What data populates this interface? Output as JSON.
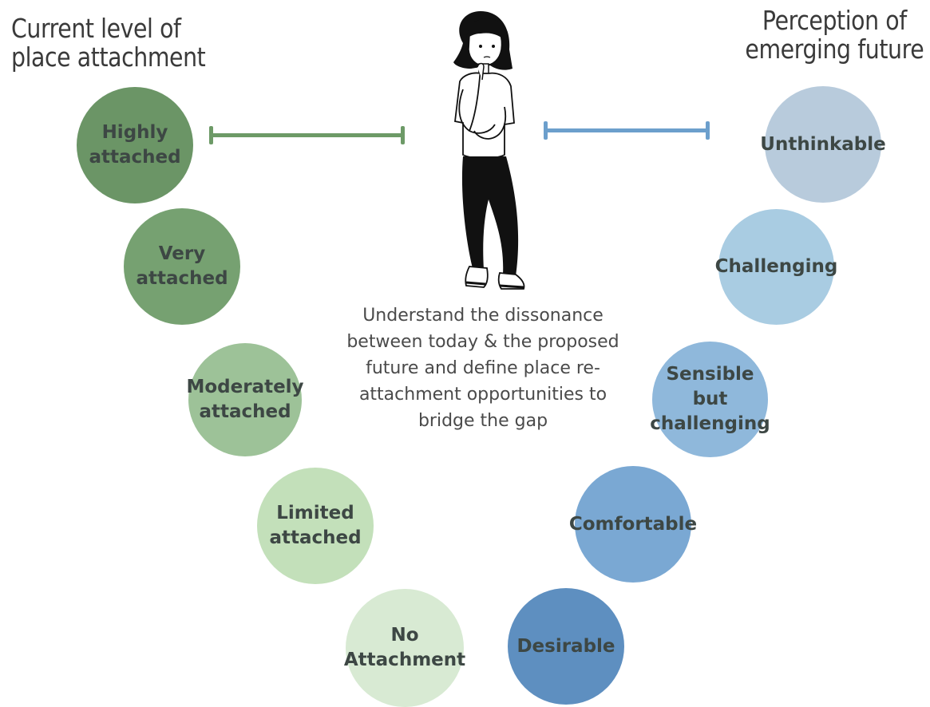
{
  "headings": {
    "left_line1": "Current level of",
    "left_line2": "place attachment",
    "right_line1": "Perception of",
    "right_line2": "emerging future"
  },
  "attachment_levels": [
    {
      "label": "Highly\nattached",
      "color": "#6b9566"
    },
    {
      "label": "Very\nattached",
      "color": "#76a171"
    },
    {
      "label": "Moderately\nattached",
      "color": "#9dc298"
    },
    {
      "label": "Limited\nattached",
      "color": "#c3e0ba"
    },
    {
      "label": "No\nAttachment",
      "color": "#d8ead3"
    }
  ],
  "future_perceptions": [
    {
      "label": "Unthinkable",
      "color": "#b8cbdc"
    },
    {
      "label": "Challenging",
      "color": "#a9cce2"
    },
    {
      "label": "Sensible\nbut\nchallenging",
      "color": "#8fb8db"
    },
    {
      "label": "Comfortable",
      "color": "#7aa8d3"
    },
    {
      "label": "Desirable",
      "color": "#5e8fc0"
    }
  ],
  "center_text": "Understand the dissonance\nbetween today & the proposed\nfuture  and define place re-\nattachment opportunities to\nbridge the gap",
  "colors": {
    "green_bar": "#6d9a67",
    "blue_bar": "#6c9fcc",
    "heading_text": "#3a3a3a",
    "circle_text": "#3d4744"
  },
  "icons": {
    "person": "thinking-woman-illustration"
  }
}
